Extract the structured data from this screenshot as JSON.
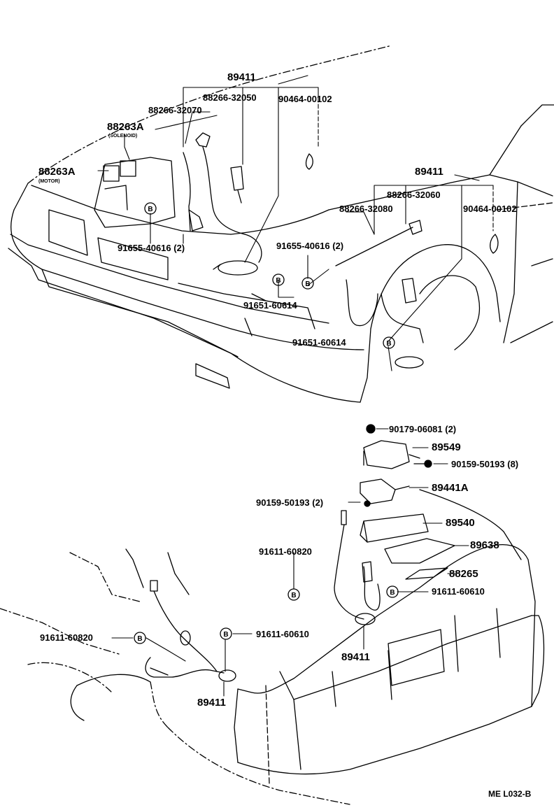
{
  "front": {
    "main_assembly": "89411",
    "sensor_left_1": "88266-32050",
    "sensor_left_2": "88266-32070",
    "clamp_left": "90464-00102",
    "actuator_solenoid": "88263A",
    "solenoid_note": "(SOLENOID)",
    "actuator_motor": "88263A",
    "motor_note": "(MOTOR)",
    "bolt_left": "91655-40616 (2)",
    "bolt_right": "91655-40616 (2)",
    "bolt_center": "91651-60614",
    "bolt_center_2": "91651-60614",
    "right_assembly": "89411",
    "sensor_right_1": "88266-32060",
    "sensor_right_2": "88266-32080",
    "clamp_right": "90464-00102"
  },
  "rear": {
    "nut": "90179-06081 (2)",
    "bracket": "89549",
    "screw_8": "90159-50193 (8)",
    "relay": "89441A",
    "screw_2": "90159-50193 (2)",
    "computer": "89540",
    "cover": "89638",
    "bolt_left_upper": "91611-60820",
    "bolt_left_lower": "91611-60820",
    "bracket_plate": "88265",
    "bolt_right_upper": "91611-60610",
    "bolt_right_lower": "91611-60610",
    "rear_sensor_right": "89411",
    "rear_sensor_left": "89411"
  },
  "marker_letter": "B",
  "footer": "ME  L032-B"
}
